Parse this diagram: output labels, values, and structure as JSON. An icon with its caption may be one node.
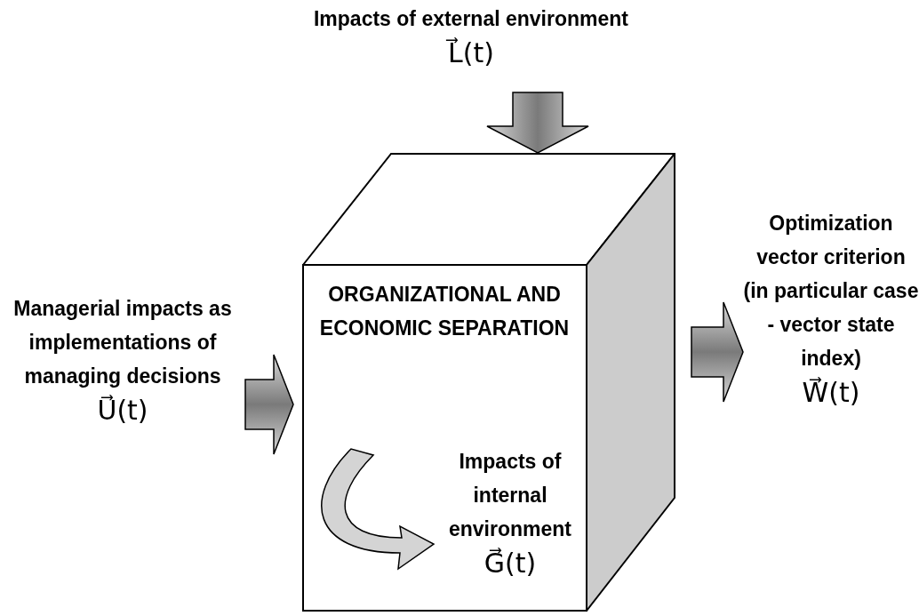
{
  "diagram": {
    "nodes": [
      {
        "text": [
          "Impacts of external environment",
          "L⃗(t)"
        ]
      },
      {
        "text": [
          "ORGANIZATIONAL AND ECONOMIC SEPARATION"
        ]
      },
      {
        "text": [
          "Managerial impacts as implementations of managing decisions",
          "U⃗(t)"
        ]
      },
      {
        "text": [
          "Impacts of internal environment",
          "G⃗(t)"
        ],
        "in": 1
      },
      {
        "text": [
          "Optimization vector criterion (in particular case - vector state index)",
          "W⃗(t)"
        ]
      }
    ],
    "edges": [
      {
        "from": 0,
        "to": 1,
        "arrow": "to"
      },
      {
        "from": 2,
        "to": 1,
        "arrow": "to"
      },
      {
        "from": 1,
        "to": 4,
        "arrow": "to"
      },
      {
        "from": null,
        "to": 3,
        "arrow": "to"
      }
    ]
  }
}
